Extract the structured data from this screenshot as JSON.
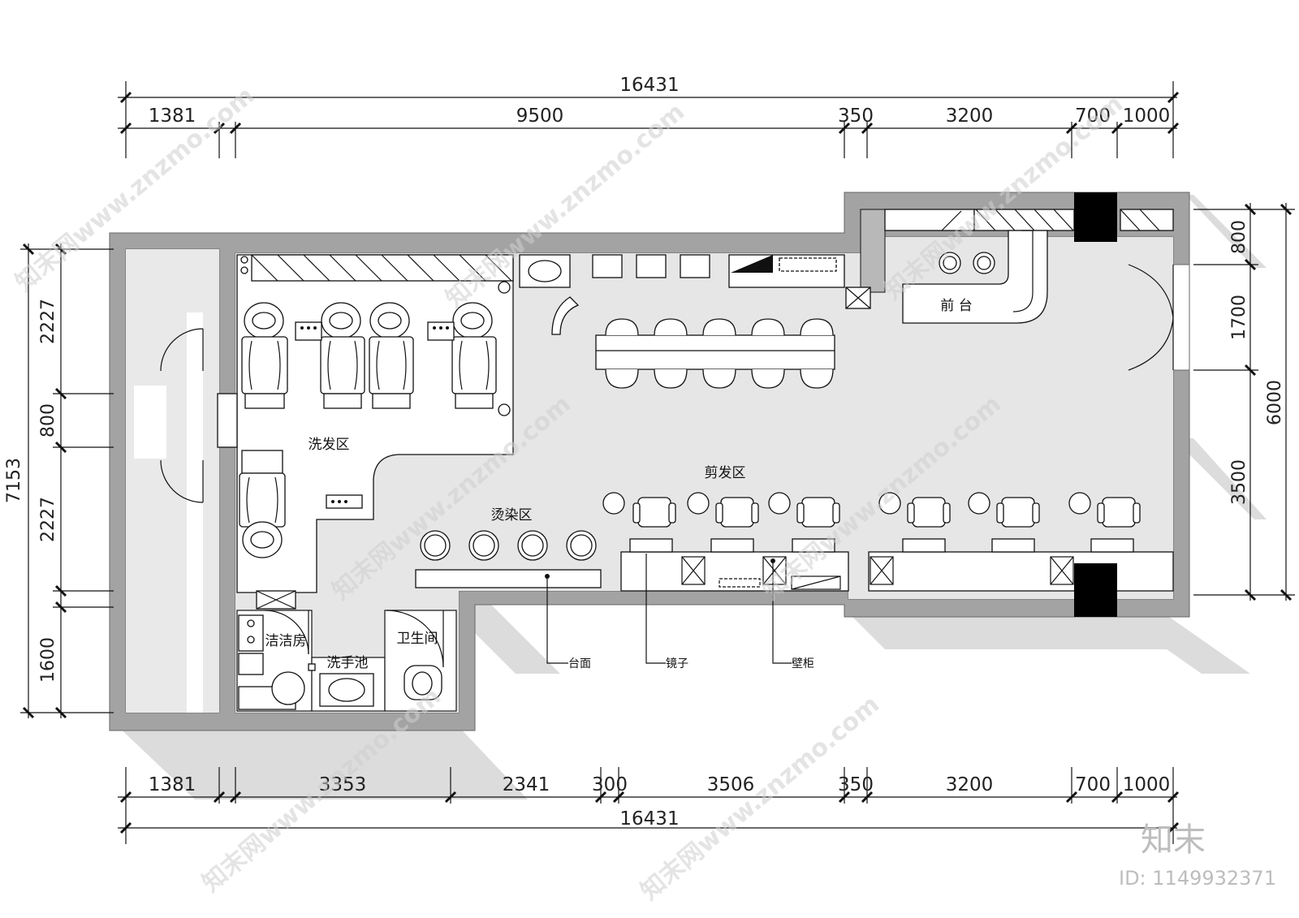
{
  "dimensions": {
    "top_total": "16431",
    "top_segments": [
      "1381",
      "9500",
      "350",
      "3200",
      "700",
      "1000"
    ],
    "bottom_segments": [
      "1381",
      "3353",
      "2341",
      "300",
      "3506",
      "350",
      "3200",
      "700",
      "1000"
    ],
    "bottom_total": "16431",
    "left_total": "7153",
    "left_segments": [
      "2227",
      "800",
      "2227",
      "1600"
    ],
    "right_total": "6000",
    "right_segments": [
      "800",
      "1700",
      "3500"
    ]
  },
  "rooms": {
    "reception": "前 台",
    "wash_area": "洗发区",
    "cut_area": "剪发区",
    "perm_dye_area": "烫染区",
    "cleaning_room": "洁洁房",
    "hand_basin": "洗手池",
    "toilet": "卫生间"
  },
  "annotations": {
    "countertop": "台面",
    "mirror": "镜子",
    "wall_cabinet": "壁柜"
  },
  "watermark": {
    "site": "知末网www.znzmo.com",
    "logo": "知末",
    "id": "ID: 1149932371"
  },
  "colors": {
    "wall": "#a3a3a3",
    "floor": "#e6e6e6",
    "shadow": "#d9d9d9",
    "line": "#111111"
  }
}
